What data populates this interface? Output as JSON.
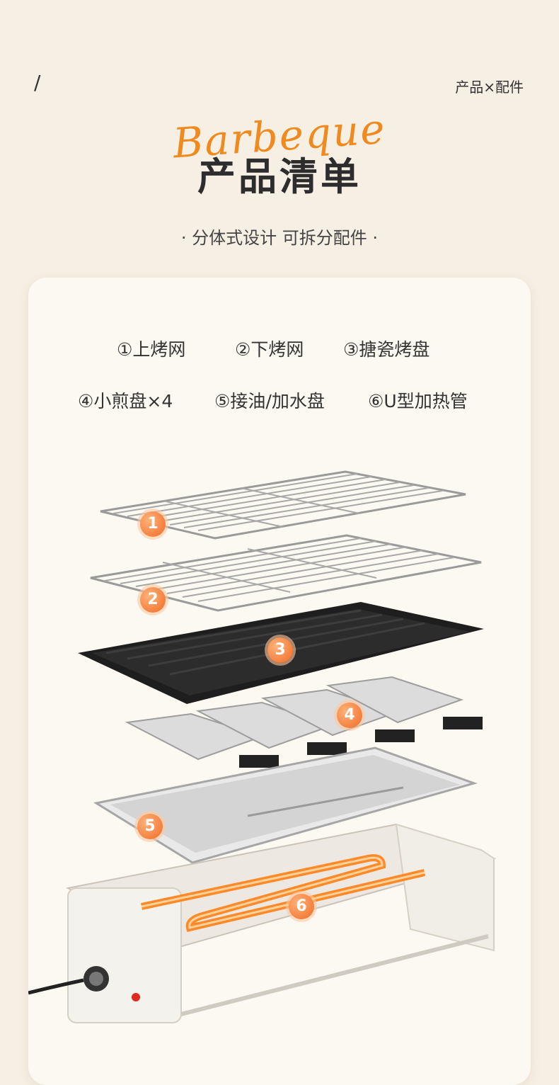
{
  "header": {
    "slash": "/",
    "top_right": "产品×配件"
  },
  "hero": {
    "script_text": "Barbeque",
    "title": "产品清单",
    "subtitle": "· 分体式设计 可拆分配件 ·"
  },
  "parts": [
    "①上烤网",
    "②下烤网",
    "③搪瓷烤盘",
    "④小煎盘×4",
    "⑤接油/加水盘",
    "⑥U型加热管"
  ],
  "badges": [
    "1",
    "2",
    "3",
    "4",
    "5",
    "6"
  ],
  "colors": {
    "background": "#f6efe3",
    "card": "#fcf9f3",
    "accent": "#f08a1e",
    "badge": "#f06a24"
  }
}
